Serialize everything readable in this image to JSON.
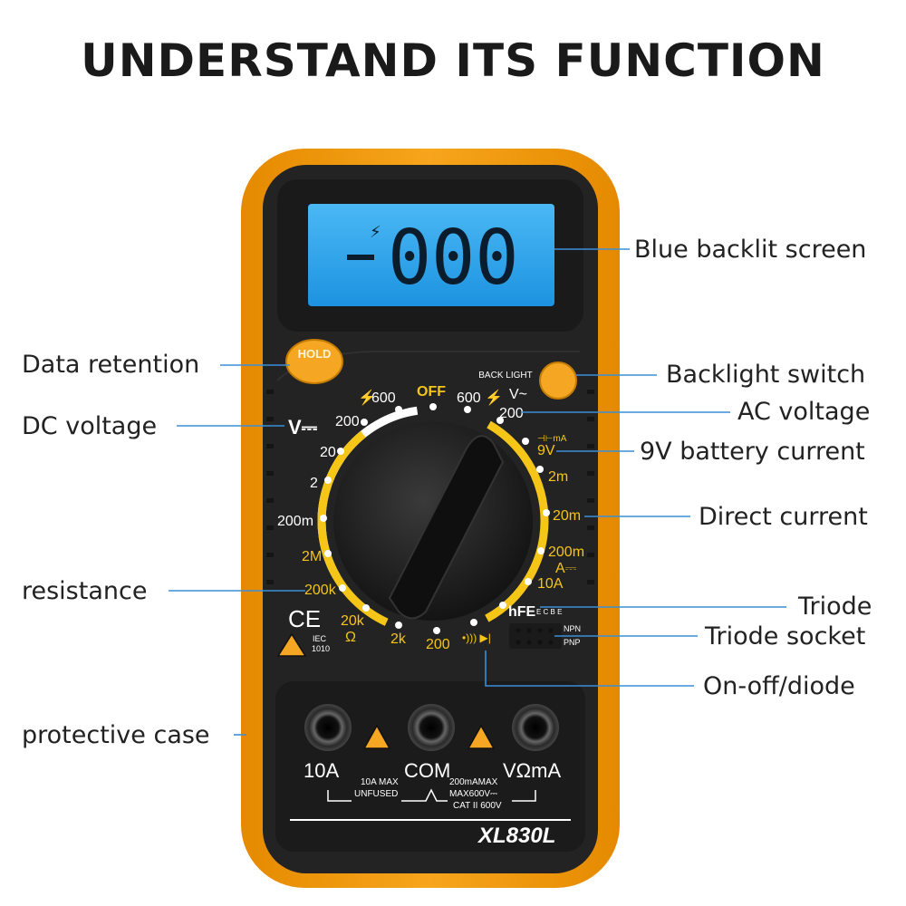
{
  "title": "UNDERSTAND ITS FUNCTION",
  "accent_color": "#f5a623",
  "body_color": "#222222",
  "lcd_color": "#2aa6f0",
  "leader_color": "#3a8fd8",
  "lcd": {
    "backlight_glyph": "⚡",
    "sign": "-",
    "digits": "000"
  },
  "buttons": {
    "hold": "HOLD",
    "backlight": "BACK LIGHT"
  },
  "dial": {
    "off": "OFF",
    "ac_600": "600",
    "dc_600": "600",
    "ac_symbol": "V~",
    "ac_200": "200",
    "battery_icon": "⊣⊢mA",
    "battery_9v": "9V",
    "dca_2m": "2m",
    "dca_20m": "20m",
    "dca_200m": "200m",
    "a_symbol": "A⎓",
    "dca_10a": "10A",
    "hfe": "hFE",
    "hfe_pins": "E C B E",
    "npn": "NPN",
    "pnp": "PNP",
    "dcv_symbol": "V⎓",
    "dcv_200": "200",
    "dcv_20": "20",
    "dcv_2": "2",
    "dcv_200m": "200m",
    "ohm_2m": "2M",
    "ohm_200k": "200k",
    "ohm_20k": "20k",
    "ohm_symbol": "Ω",
    "ohm_2k": "2k",
    "ohm_200": "200",
    "diode_symbol": "•))) ▶|"
  },
  "marks": {
    "ce": "CE",
    "iec": "IEC",
    "iec_no": "1010"
  },
  "jacks": {
    "a10": "10A",
    "com": "COM",
    "vohm": "VΩmA",
    "note_10a_max": "10A MAX",
    "note_unfused": "UNFUSED",
    "note_200ma": "200mAMAX",
    "note_600v": "MAX600V⎓",
    "note_cat": "CAT II 600V"
  },
  "model": "XL830L",
  "callouts": {
    "blue_backlit_screen": "Blue backlit screen",
    "data_retention": "Data retention",
    "backlight_switch": "Backlight switch",
    "dc_voltage": "DC voltage",
    "ac_voltage": "AC voltage",
    "battery_current": "9V battery current",
    "direct_current": "Direct current",
    "resistance": "resistance",
    "triode": "Triode",
    "triode_socket": "Triode socket",
    "on_off_diode": "On-off/diode",
    "protective_case": "protective case"
  }
}
